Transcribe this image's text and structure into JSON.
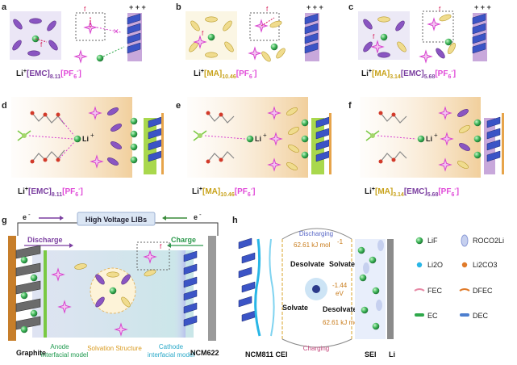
{
  "panel_labels": [
    "a",
    "b",
    "c",
    "d",
    "e",
    "f",
    "g",
    "h"
  ],
  "formulas": {
    "a": {
      "p1": "Li",
      "p1sup": "+",
      "p2": "[EMC]",
      "p2sub": "8.11",
      "p3": "[PF",
      "p3sub": "6",
      "p3sup": "-",
      "p4": "]"
    },
    "b": {
      "p1": "Li",
      "p1sup": "+",
      "p2": "[MA]",
      "p2sub": "10.46",
      "p3": "[PF",
      "p3sub": "6",
      "p3sup": "-",
      "p4": "]"
    },
    "c": {
      "p1": "Li",
      "p1sup": "+",
      "p2": "[MA]",
      "p2sub": "3.14",
      "p2b": "[EMC]",
      "p2bsub": "5.68",
      "p3": "[PF",
      "p3sub": "6",
      "p3sup": "-",
      "p4": "]"
    },
    "d": {
      "p1": "Li",
      "p1sup": "+",
      "p2": "[EMC]",
      "p2sub": "8.11",
      "p3": "[PF",
      "p3sub": "6",
      "p3sup": "-",
      "p4": "]"
    },
    "e": {
      "p1": "Li",
      "p1sup": "+",
      "p2": "[MA]",
      "p2sub": "10.46",
      "p3": "[PF",
      "p3sub": "6",
      "p3sup": "-",
      "p4": "]"
    },
    "f": {
      "p1": "Li",
      "p1sup": "+",
      "p2": "[MA]",
      "p2sub": "3.14",
      "p2b": "[EMC]",
      "p2bsub": "5.68",
      "p3": "[PF",
      "p3sub": "6",
      "p3sup": "-",
      "p4": "]"
    }
  },
  "forces": {
    "f1": "f",
    "f2": "f",
    "f3": "f"
  },
  "li_label": "Li",
  "li_sup": "+",
  "plus_signs": "+ + +",
  "panel_g": {
    "e_left": "e",
    "e_right": "e",
    "e_sup": "-",
    "title": "High Voltage LIBs",
    "discharge": "Discharge",
    "charge": "Charge",
    "graphite": "Graphite",
    "anode_line1": "Anode",
    "anode_line2": "interfacial model",
    "solvation": "Solvation Structure",
    "cathode_line1": "Cathode",
    "cathode_line2": "interfacial model",
    "ncm": "NCM622"
  },
  "panel_h": {
    "discharging": "Discharging",
    "charging": "Charging",
    "energy_top": "62.61 kJ mol",
    "energy_bottom": "62.61 kJ mol",
    "energy_sup": "-1",
    "desolvate": "Desolvate",
    "solvate": "Solvate",
    "ev_val": "-1.44",
    "ev_unit": "eV",
    "ncm_cei": "NCM811 CEI",
    "sei": "SEI",
    "li": "Li"
  },
  "legend": [
    {
      "label": "LiF",
      "icon": "green-sphere-icon"
    },
    {
      "label": "ROCO2Li",
      "icon": "lavender-oval-icon"
    },
    {
      "label": "Li2O",
      "icon": "cyan-dot-icon"
    },
    {
      "label": "Li2CO3",
      "icon": "orange-dot-icon"
    },
    {
      "label": "FEC",
      "icon": "pink-curve-icon"
    },
    {
      "label": "DFEC",
      "icon": "orange-curve-icon"
    },
    {
      "label": "EC",
      "icon": "green-rod-icon"
    },
    {
      "label": "DEC",
      "icon": "blue-rod-icon"
    }
  ],
  "colors": {
    "emc": "#7b3fa0",
    "ma": "#c8a21a",
    "pf6": "#e04ad8",
    "li": "#2ea84a",
    "electrode": "#3c4bb0",
    "force": "#d61f5a"
  }
}
